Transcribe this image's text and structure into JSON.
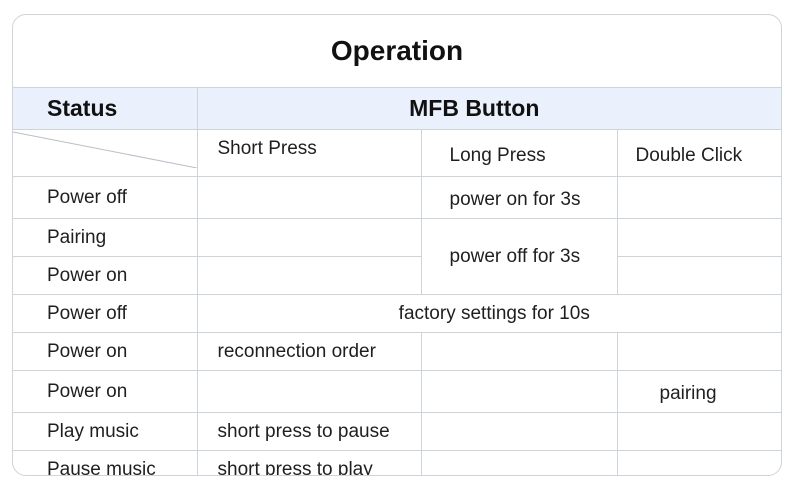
{
  "title": "Operation",
  "headers": {
    "status": "Status",
    "mfb": "MFB Button",
    "short_press": "Short Press",
    "long_press": "Long Press",
    "double_click": "Double Click"
  },
  "rows": [
    {
      "status": "Power off",
      "short": "",
      "long": "power on for 3s",
      "double": ""
    },
    {
      "status": "Pairing",
      "short": "",
      "long": "power off for 3s",
      "double": ""
    },
    {
      "status": "Power on",
      "short": "",
      "double": ""
    },
    {
      "status": "Power off",
      "merged": "factory settings for 10s"
    },
    {
      "status": "Power on",
      "short": "reconnection order",
      "long": "",
      "double": ""
    },
    {
      "status": "Power on",
      "short": "",
      "long": "",
      "double": "pairing"
    },
    {
      "status": "Play music",
      "short": "short press to pause",
      "long": "",
      "double": ""
    },
    {
      "status": "Pause music",
      "short": "short press to play",
      "long": "",
      "double": ""
    }
  ],
  "colors": {
    "header_bg": "#eaf1fd",
    "border": "#cfd3da"
  }
}
